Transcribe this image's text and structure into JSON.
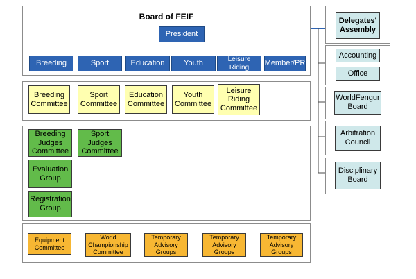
{
  "colors": {
    "board": "#2e64b3",
    "committee": "#ffffb0",
    "judges": "#62bb4a",
    "advisory": "#f7b733",
    "external": "#cfe8ea",
    "connector": "#2e64b3"
  },
  "board": {
    "title": "Board of FEIF",
    "president": "President",
    "departments": [
      "Breeding",
      "Sport",
      "Education",
      "Youth",
      "Leisure Riding",
      "Member/PR"
    ]
  },
  "committees": [
    "Breeding\nCommittee",
    "Sport\nCommittee",
    "Education\nCommittee",
    "Youth\nCommittee",
    "Leisure\nRiding\nCommittee"
  ],
  "judges_groups": [
    "Breeding\nJudges\nCommittee",
    "Sport\nJudges\nCommittee",
    "Evaluation\nGroup",
    "Registration\nGroup"
  ],
  "advisory": [
    "Equipment\nCommittee",
    "World\nChampionship\nCommittee",
    "Temporary\nAdvisory\nGroups",
    "Temporary\nAdvisory\nGroups",
    "Temporary\nAdvisory\nGroups"
  ],
  "external": {
    "assembly": "Delegates'\nAssembly",
    "accounting": "Accounting",
    "office": "Office",
    "worldfengur": "WorldFengur\nBoard",
    "arbitration": "Arbitration\nCouncil",
    "disciplinary": "Disciplinary\nBoard"
  }
}
